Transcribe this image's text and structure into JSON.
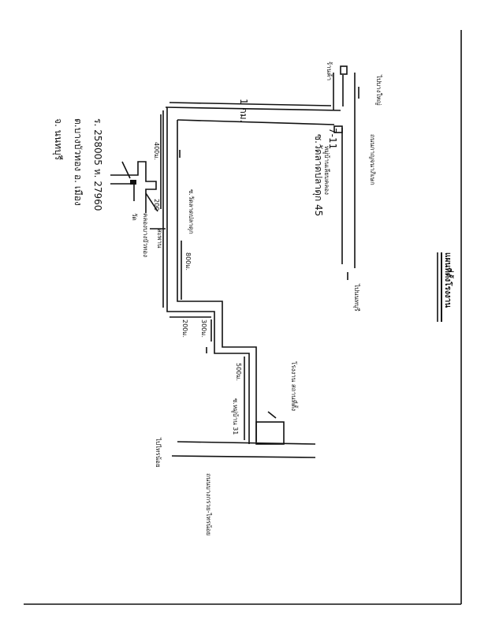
{
  "title": "แผนที่ตั้งโรงงาน",
  "labels": {
    "distance_1km": "1 กม.",
    "seven_eleven": "7-11",
    "soi_45": "ซ.วัดลาดปลาดุก 45",
    "dist_400": "400ม.",
    "dist_800": "800ม.",
    "dist_200_diag": "200",
    "dist_200": "200ม.",
    "dist_300": "300ม.",
    "dist_500": "500ม.",
    "soi_left": "ซ.วัดลาดปลาดุก",
    "soi_bottom": "ซ.หมู่บ้าน 31",
    "main_road": "ถนนกาญจนาภิเษก",
    "bottom_road": "ถนนบางกรวย-ไทรน้อย",
    "to_top": "ไปบางใหญ่",
    "to_bottom": "ไปนนทบุรี",
    "to_bottom_road": "ไปไทรน้อย",
    "small_shop": "ร้านค้า",
    "store_lane": "หมู่บ้านเลียบคลอง",
    "factory_label": "โรงงาน สถานที่ตั้ง",
    "canal_label": "คลองบางบัวทอง",
    "bridge_label": "สะพาน",
    "temple_label": "วัด"
  },
  "location": {
    "coords": "ร. 258005 ห. 27960",
    "district": "ต.บางบัวทอง  อ. เมือง",
    "province": "จ. นนทบุรี"
  }
}
